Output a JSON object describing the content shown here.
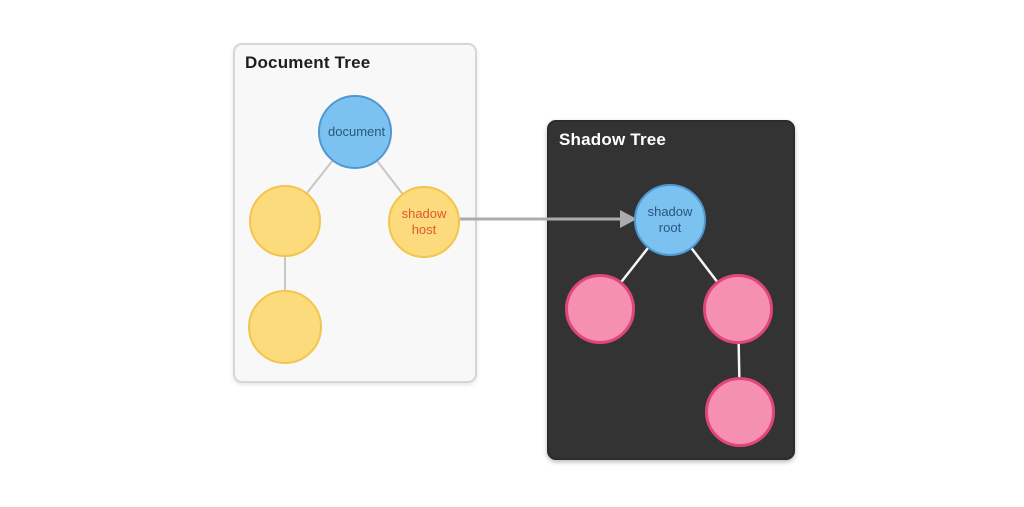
{
  "diagram": {
    "panels": {
      "document_tree": {
        "title": "Document Tree",
        "background": "#f8f8f8",
        "border_color": "#d6d6d6",
        "title_color": "#1e1e1e"
      },
      "shadow_tree": {
        "title": "Shadow Tree",
        "background": "#333333",
        "title_color": "#ffffff"
      }
    },
    "nodes": {
      "document": {
        "label": "document",
        "fill": "#7cc2f0",
        "border": "#4f98d3",
        "label_color": "#2a567e"
      },
      "document_child_left": {
        "label": "",
        "fill": "#fbdb7c",
        "border": "#f3c54e",
        "label_color": ""
      },
      "shadow_host": {
        "label": "shadow host",
        "fill": "#fbdb7c",
        "border": "#f3c54e",
        "label_color": "#e0592e"
      },
      "document_grandchild": {
        "label": "",
        "fill": "#fbdb7c",
        "border": "#f3c54e",
        "label_color": ""
      },
      "shadow_root": {
        "label": "shadow root",
        "fill": "#7cc2f0",
        "border": "#4f98d3",
        "label_color": "#2a567e"
      },
      "shadow_child_left": {
        "label": "",
        "fill": "#f590b1",
        "border": "#e0457c",
        "label_color": ""
      },
      "shadow_child_right": {
        "label": "",
        "fill": "#f590b1",
        "border": "#e0457c",
        "label_color": ""
      },
      "shadow_grandchild": {
        "label": "",
        "fill": "#f590b1",
        "border": "#e0457c",
        "label_color": ""
      }
    },
    "edges": [
      {
        "from": "document",
        "to": "document_child_left",
        "color": "#c6c6c6"
      },
      {
        "from": "document",
        "to": "shadow_host",
        "color": "#c6c6c6"
      },
      {
        "from": "document_child_left",
        "to": "document_grandchild",
        "color": "#c6c6c6"
      },
      {
        "from": "shadow_root",
        "to": "shadow_child_left",
        "color": "#f7f7f7"
      },
      {
        "from": "shadow_root",
        "to": "shadow_child_right",
        "color": "#f7f7f7"
      },
      {
        "from": "shadow_child_right",
        "to": "shadow_grandchild",
        "color": "#f7f7f7"
      }
    ],
    "arrow": {
      "from": "shadow_host",
      "to": "shadow_root",
      "color": "#acacac"
    }
  }
}
